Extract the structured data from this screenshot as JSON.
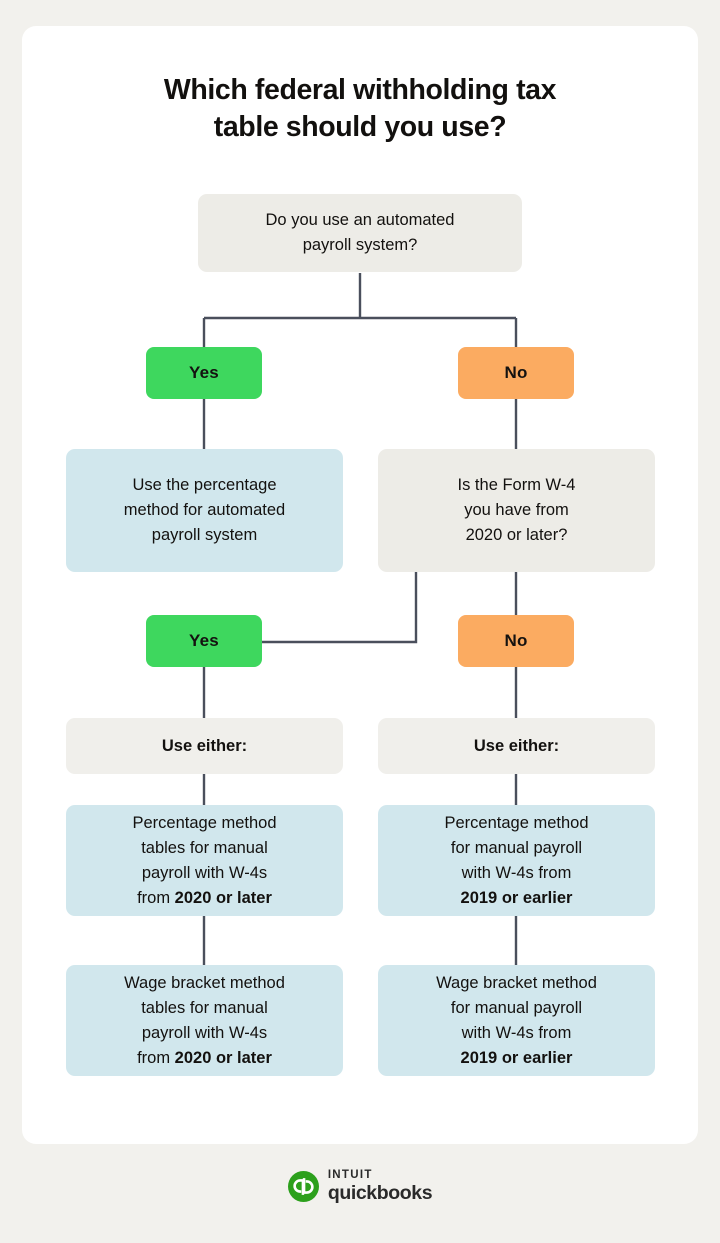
{
  "page": {
    "background_color": "#f2f1ed",
    "card_color": "#ffffff"
  },
  "title": {
    "line1": "Which federal withholding tax",
    "line2": "table should you use?"
  },
  "colors": {
    "yes_green": "#3ed75e",
    "no_orange": "#fbab61",
    "result_blue": "#d1e7ed",
    "question_grey": "#edece7",
    "connector_line": "#4a4f5c",
    "text": "#13110f",
    "brand_green": "#2ca01c"
  },
  "flow": {
    "q1": {
      "line1": "Do you use an automated",
      "line2": "payroll system?"
    },
    "branch1": {
      "yes_label": "Yes",
      "no_label": "No"
    },
    "yes_outcome": {
      "line1": "Use the percentage",
      "line2": "method for automated",
      "line3": "payroll system"
    },
    "q2": {
      "line1": "Is the Form W-4",
      "line2": "you have from",
      "line3": "2020 or later?"
    },
    "branch2": {
      "yes_label": "Yes",
      "no_label": "No"
    },
    "either_left": "Use either:",
    "either_right": "Use either:",
    "results": {
      "left_percentage": {
        "line1": "Percentage method",
        "line2": "tables for manual",
        "line3": "payroll with W-4s",
        "line4_prefix": "from ",
        "line4_bold": "2020 or later"
      },
      "left_wage_bracket": {
        "line1": "Wage bracket method",
        "line2": "tables for manual",
        "line3": "payroll with W-4s",
        "line4_prefix": "from ",
        "line4_bold": "2020 or later"
      },
      "right_percentage": {
        "line1": "Percentage method",
        "line2": "for manual payroll",
        "line3": "with W-4s from",
        "line4_bold": "2019 or earlier"
      },
      "right_wage_bracket": {
        "line1": "Wage bracket method",
        "line2": "for manual payroll",
        "line3": "with W-4s from",
        "line4_bold": "2019 or earlier"
      }
    }
  },
  "footer": {
    "brand_top": "intuit",
    "brand_main": "quickbooks",
    "mark_text": "qb"
  }
}
